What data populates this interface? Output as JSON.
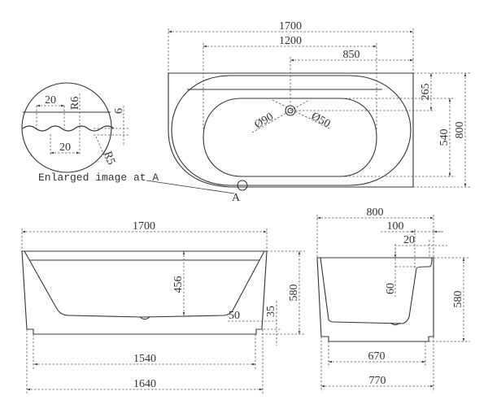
{
  "top_view": {
    "dims": {
      "length": "1700",
      "inner_length": "1200",
      "drain_offset": "850",
      "drain_from_edge": "265",
      "inner_width": "540",
      "width": "800",
      "overflow_dia": "Ø90",
      "drain_dia": "Ø50"
    },
    "marker": "A"
  },
  "detail": {
    "caption": "Enlarged image at A",
    "dims": {
      "pitch_top": "20",
      "pitch_bottom": "20",
      "radius_top": "R6",
      "radius_bottom": "R5",
      "depth": "6"
    }
  },
  "front_view": {
    "dims": {
      "length": "1700",
      "depth": "456",
      "height": "580",
      "plinth_height": "35",
      "plinth_inset": "50",
      "base_inner": "1540",
      "base_outer": "1640"
    }
  },
  "side_view": {
    "dims": {
      "width": "800",
      "deck": "100",
      "lip": "20",
      "lip_depth": "60",
      "height": "580",
      "base_inner": "670",
      "base_outer": "770"
    }
  }
}
